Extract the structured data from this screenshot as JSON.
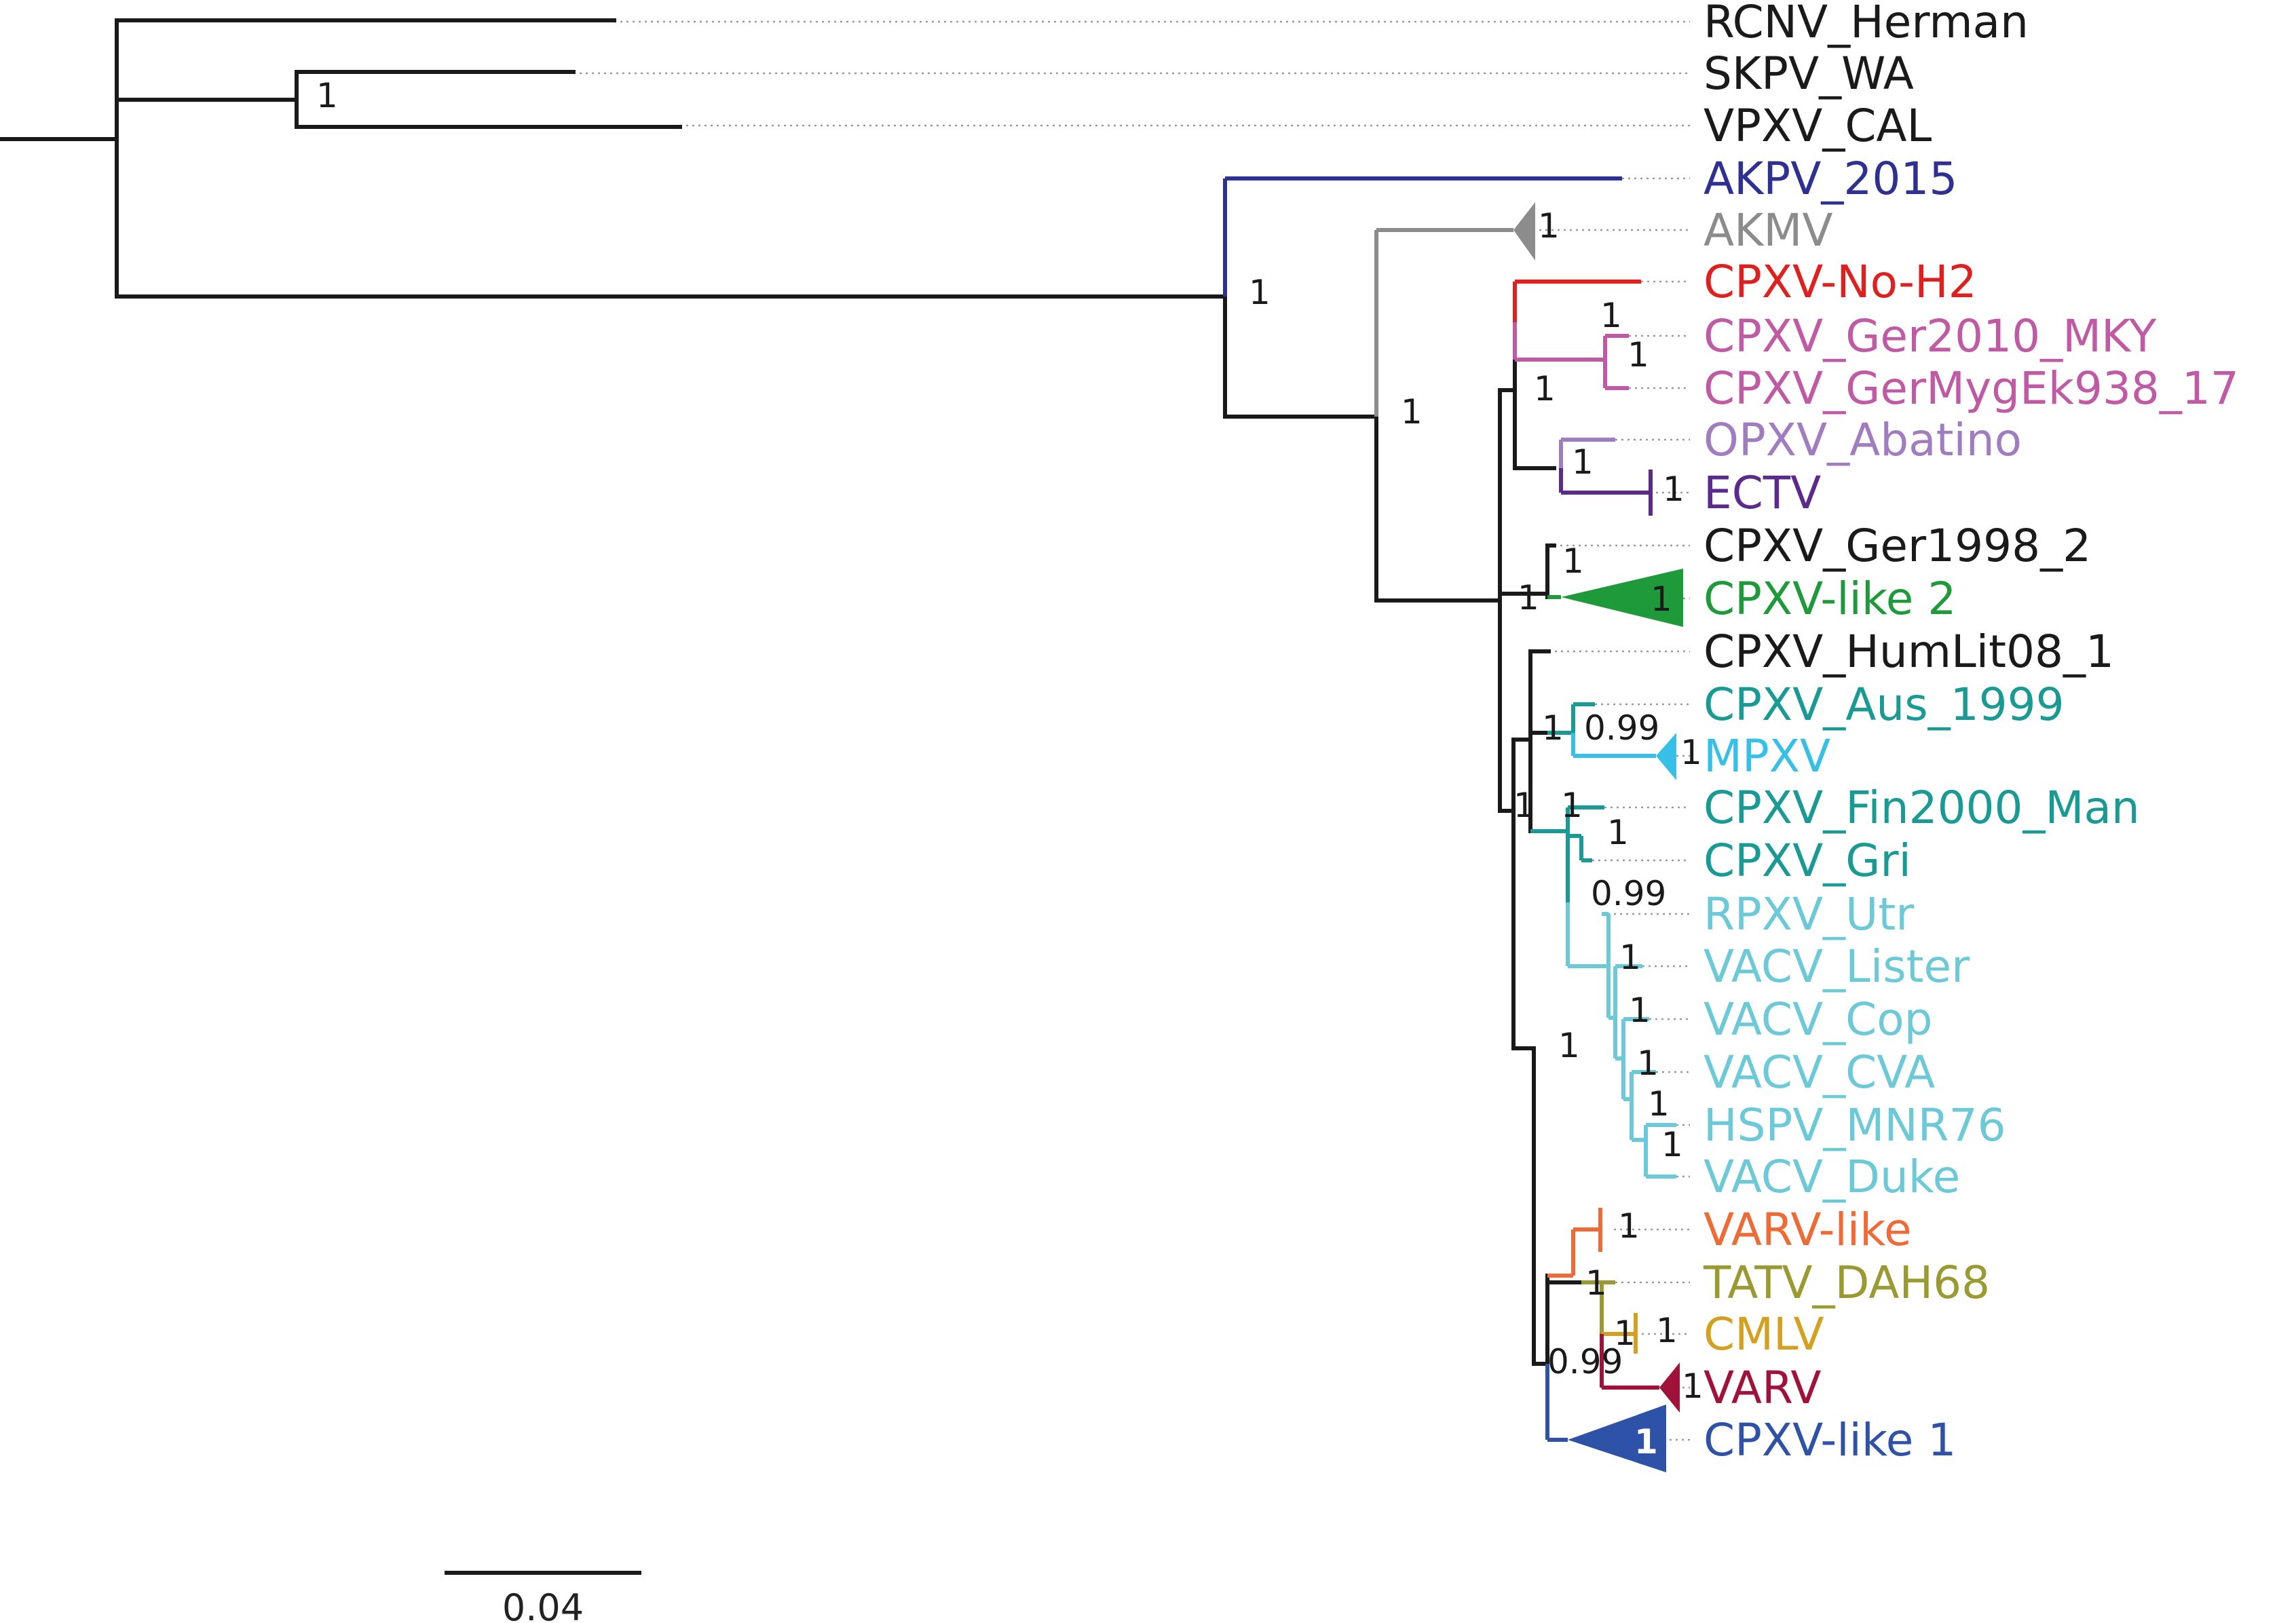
{
  "tree": {
    "tips": [
      {
        "id": "t0",
        "label": "RCNV_Herman",
        "color": "#1a1a1a"
      },
      {
        "id": "t1",
        "label": "SKPV_WA",
        "color": "#1a1a1a"
      },
      {
        "id": "t2",
        "label": "VPXV_CAL",
        "color": "#1a1a1a"
      },
      {
        "id": "t3",
        "label": "AKPV_2015",
        "color": "#2e3192"
      },
      {
        "id": "t4",
        "label": "AKMV",
        "color": "#8c8c8c"
      },
      {
        "id": "t5",
        "label": "CPXV-No-H2",
        "color": "#e0201f"
      },
      {
        "id": "t6",
        "label": "CPXV_Ger2010_MKY",
        "color": "#c05aa5"
      },
      {
        "id": "t7",
        "label": "CPXV_GerMygEk938_17",
        "color": "#c05aa5"
      },
      {
        "id": "t8",
        "label": "OPXV_Abatino",
        "color": "#a07cc0"
      },
      {
        "id": "t9",
        "label": "ECTV",
        "color": "#5c2a8c"
      },
      {
        "id": "t10",
        "label": "CPXV_Ger1998_2",
        "color": "#1a1a1a"
      },
      {
        "id": "t11",
        "label": "CPXV-like 2",
        "color": "#1f9a3a"
      },
      {
        "id": "t12",
        "label": "CPXV_HumLit08_1",
        "color": "#1a1a1a"
      },
      {
        "id": "t13",
        "label": "CPXV_Aus_1999",
        "color": "#1a9a94"
      },
      {
        "id": "t14",
        "label": "MPXV",
        "color": "#36c0e8"
      },
      {
        "id": "t15",
        "label": "CPXV_Fin2000_Man",
        "color": "#1a9a94"
      },
      {
        "id": "t16",
        "label": "CPXV_Gri",
        "color": "#1a9a94"
      },
      {
        "id": "t17",
        "label": "RPXV_Utr",
        "color": "#6cc9d8"
      },
      {
        "id": "t18",
        "label": "VACV_Lister",
        "color": "#6cc9d8"
      },
      {
        "id": "t19",
        "label": "VACV_Cop",
        "color": "#6cc9d8"
      },
      {
        "id": "t20",
        "label": "VACV_CVA",
        "color": "#6cc9d8"
      },
      {
        "id": "t21",
        "label": "HSPV_MNR76",
        "color": "#6cc9d8"
      },
      {
        "id": "t22",
        "label": "VACV_Duke",
        "color": "#6cc9d8"
      },
      {
        "id": "t23",
        "label": "VARV-like",
        "color": "#f06a36"
      },
      {
        "id": "t24",
        "label": "TATV_DAH68",
        "color": "#9a9a30"
      },
      {
        "id": "t25",
        "label": "CMLV",
        "color": "#d4a020"
      },
      {
        "id": "t26",
        "label": "VARV",
        "color": "#a0123a"
      },
      {
        "id": "t27",
        "label": "CPXV-like 1",
        "color": "#2e52a8"
      }
    ],
    "support_values": [
      {
        "id": "s0",
        "label": "1"
      },
      {
        "id": "s1",
        "label": "1"
      },
      {
        "id": "s2",
        "label": "1"
      },
      {
        "id": "s3",
        "label": "1"
      },
      {
        "id": "s4",
        "label": "1"
      },
      {
        "id": "s5",
        "label": "1"
      },
      {
        "id": "s6",
        "label": "1"
      },
      {
        "id": "s7",
        "label": "1"
      },
      {
        "id": "s8",
        "label": "1"
      },
      {
        "id": "s9",
        "label": "1"
      },
      {
        "id": "s10",
        "label": "1"
      },
      {
        "id": "s11",
        "label": "1"
      },
      {
        "id": "s12",
        "label": "1"
      },
      {
        "id": "s13",
        "label": "0.99"
      },
      {
        "id": "s14",
        "label": "1"
      },
      {
        "id": "s15",
        "label": "1"
      },
      {
        "id": "s16",
        "label": "1"
      },
      {
        "id": "s17",
        "label": "1"
      },
      {
        "id": "s18",
        "label": "0.99"
      },
      {
        "id": "s19",
        "label": "1"
      },
      {
        "id": "s20",
        "label": "1"
      },
      {
        "id": "s21",
        "label": "1"
      },
      {
        "id": "s22",
        "label": "1"
      },
      {
        "id": "s23",
        "label": "1"
      },
      {
        "id": "s24",
        "label": "1"
      },
      {
        "id": "s25",
        "label": "1"
      },
      {
        "id": "s26",
        "label": "1"
      },
      {
        "id": "s27",
        "label": "1"
      },
      {
        "id": "s28",
        "label": "1"
      },
      {
        "id": "s29",
        "label": "0.99"
      },
      {
        "id": "s30",
        "label": "1"
      },
      {
        "id": "s31",
        "label": "1"
      }
    ],
    "scale_bar": {
      "label": "0.04"
    }
  }
}
